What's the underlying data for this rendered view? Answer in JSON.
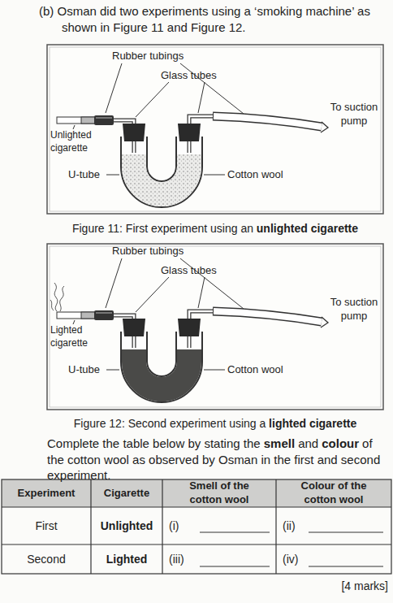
{
  "diagram": {
    "labels": [
      "(b) Osman did two experiments using a ‘smoking machine’ as shown in Figure 11 and Figure 12.",
      "Rubber tubings",
      "Glass tubes",
      "Unlighted cigarette",
      "U-tube",
      "Cotton wool",
      "To suction pump",
      "Figure 11: First experiment using an",
      "unlighted cigarette",
      "Rubber tubings",
      "Glass tubes",
      "Lighted cigarette",
      "U-tube",
      "Cotton wool",
      "To suction pump",
      "Figure 12: Second experiment using a",
      "lighted cigarette",
      "Complete the table below by stating the",
      "smell",
      "and",
      "colour",
      "of the cotton wool as observed by Osman in the first and second experiment.",
      "Experiment",
      "Cigarette",
      "Smell of the cotton wool",
      "Colour of the cotton wool",
      "First",
      "Unlighted",
      "(i)",
      "(ii)",
      "Second",
      "Lighted",
      "(iii)",
      "(iv)",
      "[4 marks]"
    ]
  }
}
